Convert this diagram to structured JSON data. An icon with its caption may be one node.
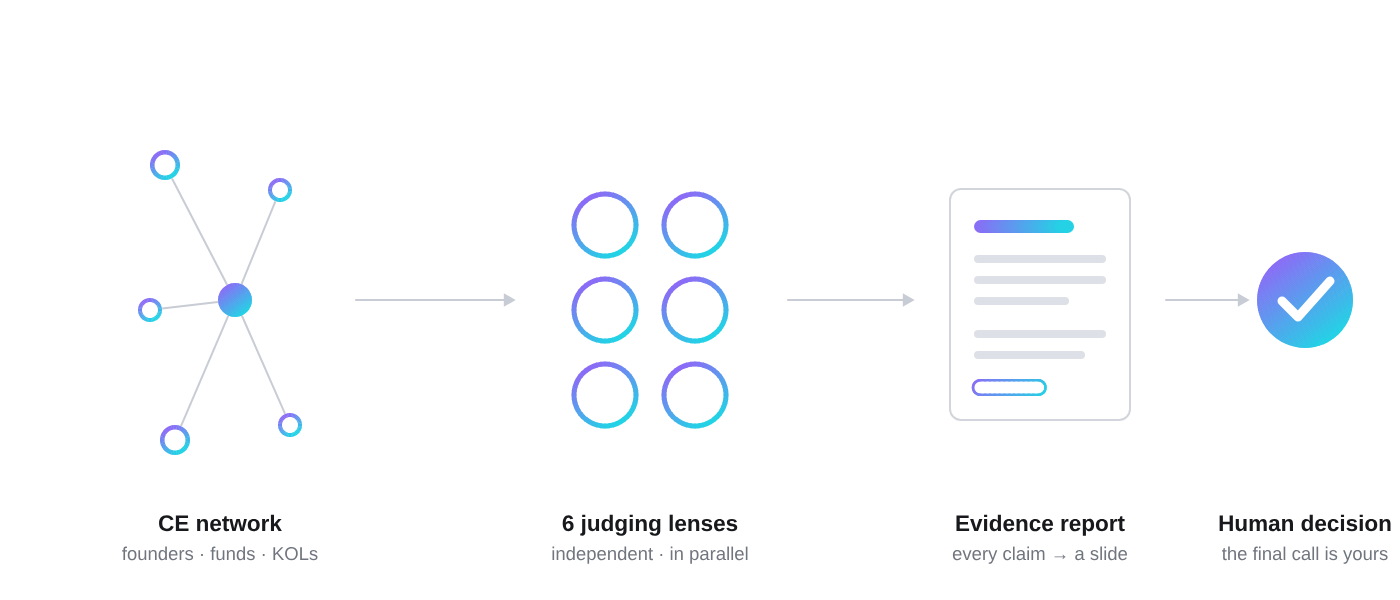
{
  "diagram": {
    "nodes": [
      {
        "text": [
          "CE network",
          "founders · funds · KOLs"
        ]
      },
      {
        "text": [],
        "shape": "circle",
        "in": 0
      },
      {
        "text": [],
        "shape": "circle",
        "in": 0
      },
      {
        "text": [],
        "shape": "circle",
        "in": 0
      },
      {
        "text": [],
        "shape": "circle",
        "in": 0
      },
      {
        "text": [],
        "shape": "circle",
        "in": 0
      },
      {
        "text": [],
        "shape": "circle",
        "in": 0
      },
      {
        "text": [
          "6 judging lenses",
          "independent · in parallel"
        ]
      },
      {
        "text": [
          "Evidence report",
          "every claim → a slide"
        ]
      },
      {
        "text": [],
        "shape": "box",
        "in": 8
      },
      {
        "text": [
          "Human decision",
          "the final call is yours"
        ]
      }
    ],
    "edges": [
      {
        "from": 1,
        "to": 2,
        "arrow": "none"
      },
      {
        "from": 1,
        "to": 3,
        "arrow": "none"
      },
      {
        "from": 1,
        "to": 4,
        "arrow": "none"
      },
      {
        "from": 1,
        "to": 5,
        "arrow": "none"
      },
      {
        "from": 1,
        "to": 6,
        "arrow": "none"
      },
      {
        "from": 0,
        "to": 7,
        "arrow": "to"
      },
      {
        "from": 7,
        "to": 8,
        "arrow": "to"
      },
      {
        "from": 8,
        "to": 10,
        "arrow": "to"
      }
    ]
  }
}
